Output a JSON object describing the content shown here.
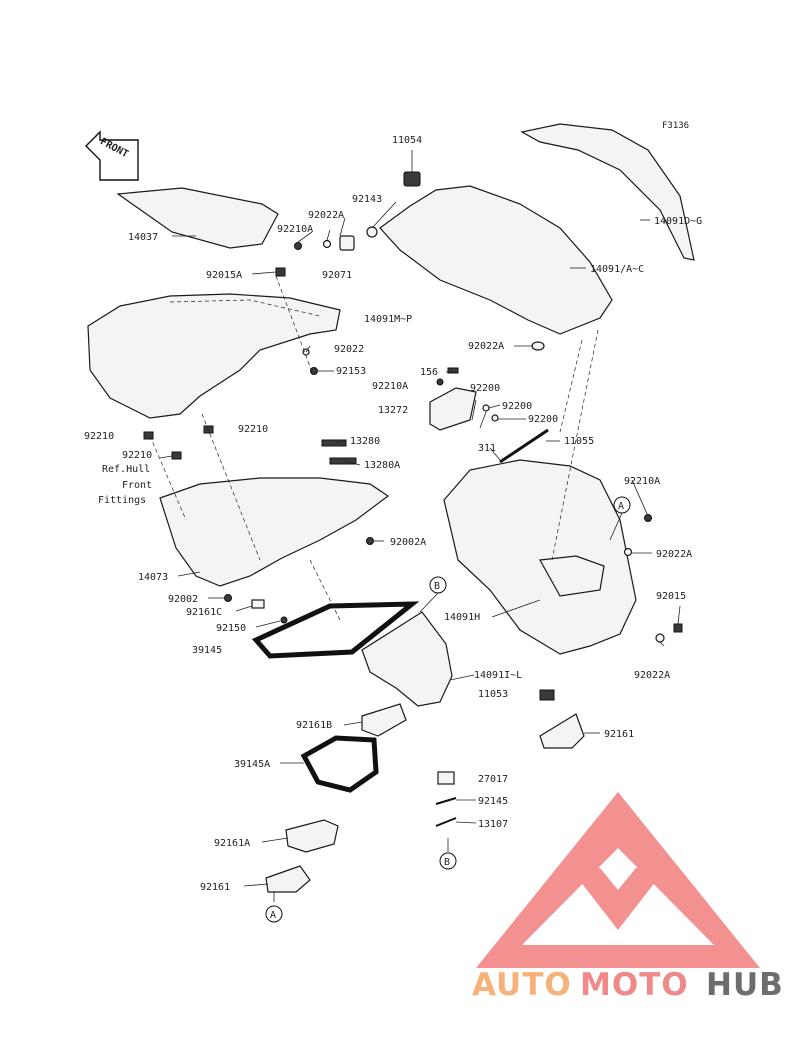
{
  "diagram": {
    "code": "F3136",
    "front_label": "FRONT",
    "ref_hull_note": [
      "Ref.Hull",
      "Front",
      "Fittings"
    ],
    "callouts": {
      "p11054": "11054",
      "p92143": "92143",
      "p92022A_top": "92022A",
      "p92210A_top": "92210A",
      "p92071": "92071",
      "p14037": "14037",
      "p14091DG": "14091D~G",
      "p92015A": "92015A",
      "p14091AC": "14091/A~C",
      "p14091MP": "14091M~P",
      "p92022": "92022",
      "p92153": "92153",
      "p92022A_mid": "92022A",
      "p156": "156",
      "p92210A_mid": "92210A",
      "p92200_a": "92200",
      "p13272": "13272",
      "p92200_b": "92200",
      "p92200_c": "92200",
      "p92210_left": "92210",
      "p92210_mid": "92210",
      "p13280": "13280",
      "p311": "311",
      "p11055": "11055",
      "p92210_hull": "92210",
      "p13280A": "13280A",
      "p92210A_right": "92210A",
      "p92002A": "92002A",
      "p92022A_right": "92022A",
      "p14073": "14073",
      "p92002": "92002",
      "p92161C": "92161C",
      "p92150": "92150",
      "p92015": "92015",
      "p14091H": "14091H",
      "p39145": "39145",
      "p14091IL": "14091I~L",
      "p92022A_low": "92022A",
      "p11053": "11053",
      "p92161B": "92161B",
      "p92161_right": "92161",
      "p39145A": "39145A",
      "p27017": "27017",
      "p92145": "92145",
      "p13107": "13107",
      "p92161A": "92161A",
      "p92161_low": "92161"
    },
    "markers": {
      "A_top": "A",
      "A_bottom": "A",
      "B_top": "B",
      "B_bottom": "B"
    }
  },
  "watermark": {
    "brand_part1": "AUTO",
    "brand_part2": "MOTO",
    "brand_part3": "HUB",
    "color_part1": "#f6b27a",
    "color_part2": "#f08a8a",
    "color_part3": "#6d6d6d",
    "logo_color": "#f27d7d"
  }
}
